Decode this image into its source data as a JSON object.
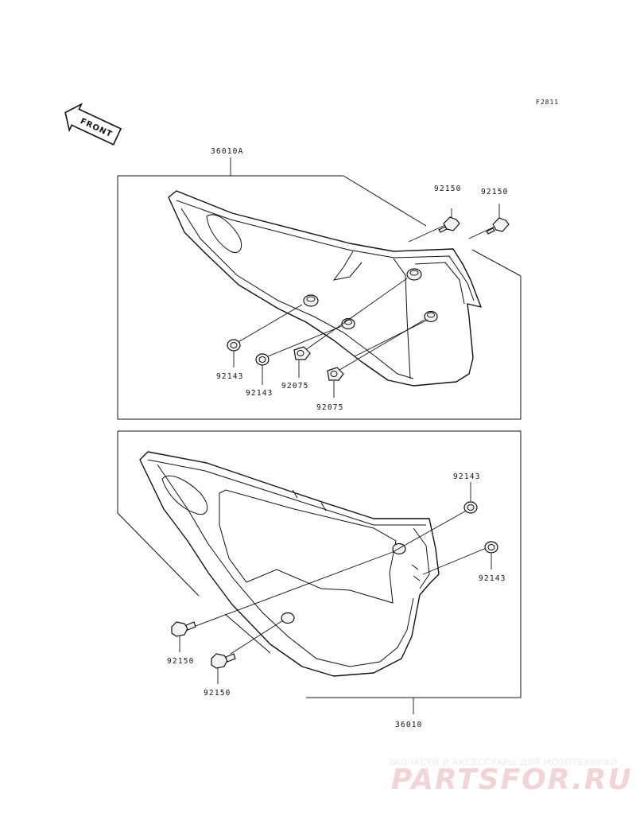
{
  "figure_code": "F2811",
  "front_label": "FRONT",
  "upper_panel": {
    "assembly": "36010A",
    "bolts": [
      "92150",
      "92150"
    ],
    "grommets": [
      "92143",
      "92143"
    ],
    "dampers": [
      "92075",
      "92075"
    ]
  },
  "lower_panel": {
    "assembly": "36010",
    "grommets": [
      "92143",
      "92143"
    ],
    "bolts": [
      "92150",
      "92150"
    ]
  },
  "watermark": {
    "tagline": "ЗАПЧАСТИ И АКСЕССУАРЫ ДЛЯ МОТОТЕХНИКИ",
    "logo": "PARTSFOR.RU"
  }
}
